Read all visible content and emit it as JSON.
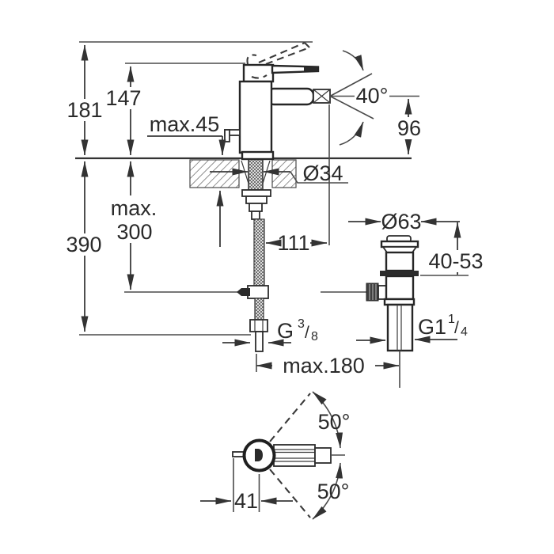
{
  "drawing": {
    "side_view": {
      "height_total": "181",
      "height_upper": "147",
      "deck_thickness": "max.45",
      "aerator_angle": "40°",
      "spout_height": "96",
      "depth_total": "390",
      "hose_reach_line1": "max.",
      "hose_reach_line2": "300",
      "hole_diameter": "Ø34",
      "spout_projection": "111"
    },
    "drain_valve": {
      "flange_diameter": "Ø63",
      "height_range": "40-53",
      "rod_distance": "max.180",
      "inlet_thread": {
        "prefix": "G",
        "sup": "3",
        "slash": "/",
        "sub": "8"
      },
      "outlet_thread": {
        "prefix": "G1",
        "sup": "1",
        "slash": "/",
        "sub": "4"
      }
    },
    "plan_view": {
      "swivel_upper": "50°",
      "swivel_lower": "50°",
      "rod_offset": "41"
    },
    "colors": {
      "line": "#3a3a3a",
      "object": "#262626",
      "background": "#ffffff"
    }
  }
}
